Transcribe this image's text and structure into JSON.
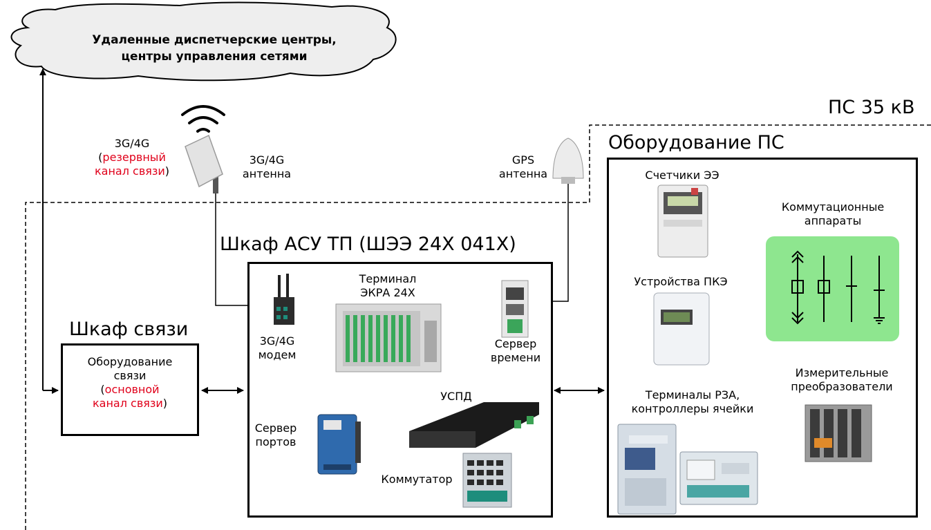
{
  "cloud": {
    "line1": "Удаленные диспетчерские центры,",
    "line2": "центры управления сетями"
  },
  "substation_label": "ПС 35 кВ",
  "backup_channel": {
    "line1": "3G/4G",
    "open": "(",
    "red1": "резервный",
    "red2": "канал связи",
    "close": ")"
  },
  "antenna_3g": {
    "line1": "3G/4G",
    "line2": "антенна"
  },
  "gps_antenna": {
    "line1": "GPS",
    "line2": "антенна"
  },
  "comm_cabinet": {
    "title": "Шкаф связи",
    "line1": "Оборудование",
    "line2": "связи",
    "open": "(",
    "red1": "основной",
    "red2": "канал связи",
    "close": ")"
  },
  "asu_cabinet": {
    "title": "Шкаф АСУ ТП (ШЭЭ 24Х 041Х)",
    "modem": {
      "line1": "3G/4G",
      "line2": "модем"
    },
    "terminal": {
      "line1": "Терминал",
      "line2": "ЭКРА 24Х"
    },
    "time_server": {
      "line1": "Сервер",
      "line2": "времени"
    },
    "port_server": {
      "line1": "Сервер",
      "line2": "портов"
    },
    "uspd": "УСПД",
    "switch": "Коммутатор"
  },
  "equipment": {
    "title": "Оборудование ПС",
    "meters": "Счетчики ЭЭ",
    "switching": {
      "line1": "Коммутационные",
      "line2": "аппараты"
    },
    "pqe": "Устройства ПКЭ",
    "measuring": {
      "line1": "Измерительные",
      "line2": "преобразователи"
    },
    "relay": {
      "line1": "Терминалы РЗА,",
      "line2": "контроллеры ячейки"
    }
  },
  "colors": {
    "accent_red": "#e0001a",
    "switch_panel": "#8ee68f"
  }
}
